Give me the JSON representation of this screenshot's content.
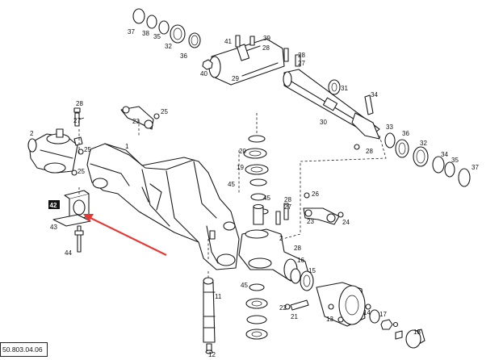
{
  "document_number": "50.803.04.06",
  "highlight": {
    "label": "42",
    "box_color": "#111111",
    "text_color": "#ffffff",
    "arrow_color": "#e53935"
  },
  "callouts": {
    "c1": "1",
    "c2": "2",
    "c11": "11",
    "c12": "12",
    "c13": "13",
    "c14": "14",
    "c15": "15",
    "c16": "16",
    "c17": "17",
    "c18": "18",
    "c19": "19",
    "c20": "20",
    "c21": "21",
    "c22": "22",
    "c23a": "23",
    "c23b": "23",
    "c24": "24",
    "c25a": "25",
    "c25b": "25",
    "c25c": "25",
    "c26": "26",
    "c27a": "27",
    "c27b": "27",
    "c27c": "27",
    "c28a": "28",
    "c28b": "28",
    "c28c": "28",
    "c28d": "28",
    "c28e": "28",
    "c29": "29",
    "c30": "30",
    "c31": "31",
    "c32a": "32",
    "c32b": "32",
    "c33": "33",
    "c34": "34",
    "c35": "35",
    "c36a": "36",
    "c36b": "36",
    "c37a": "37",
    "c37b": "37",
    "c38": "38",
    "c39": "39",
    "c40": "40",
    "c41": "41",
    "c43": "43",
    "c44": "44",
    "c45a": "45",
    "c45b": "45"
  }
}
